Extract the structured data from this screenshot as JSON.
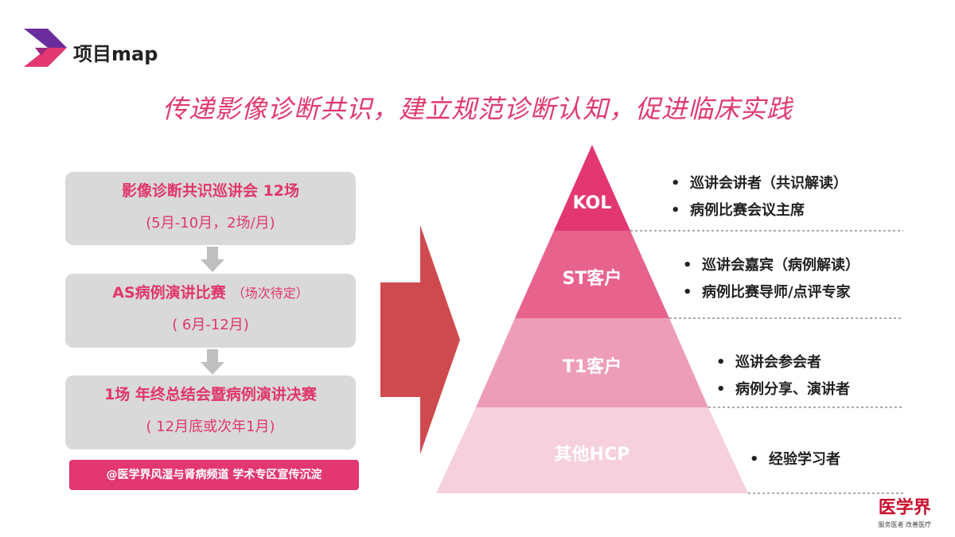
{
  "header": {
    "title": "项目map"
  },
  "tagline": "传递影像诊断共识，建立规范诊断认知，促进临床实践",
  "steps": [
    {
      "title": "影像诊断共识巡讲会 12场",
      "detail": "(5月-10月，2场/月)"
    },
    {
      "title": "AS病例演讲比赛",
      "title_sub": "（场次待定）",
      "detail": "( 6月-12月)"
    },
    {
      "title": "1场  年终总结会暨病例演讲决赛",
      "detail": "( 12月底或次年1月)"
    }
  ],
  "note": "@医学界风湿与肾病频道 学术专区宣传沉淀",
  "pyramid": [
    {
      "label": "KOL",
      "color": "#e23771",
      "bullets": [
        "巡讲会讲者（共识解读）",
        "病例比赛会议主席"
      ]
    },
    {
      "label": "ST客户",
      "color": "#e7628c",
      "bullets": [
        "巡讲会嘉宾（病例解读）",
        "病例比赛导师/点评专家"
      ]
    },
    {
      "label": "T1客户",
      "color": "#ee9db8",
      "bullets": [
        "巡讲会参会者",
        "病例分享、演讲者"
      ]
    },
    {
      "label": "其他HCP",
      "color": "#f6d0dc",
      "bullets": [
        "经验学习者"
      ]
    }
  ],
  "bullet_char": "•",
  "brand": {
    "name": "医学界",
    "slogan": "服务医者 改善医疗"
  },
  "colors": {
    "accent": "#e23771",
    "arrow": "#cf4a4f",
    "step_bg": "#d9d9d9"
  }
}
